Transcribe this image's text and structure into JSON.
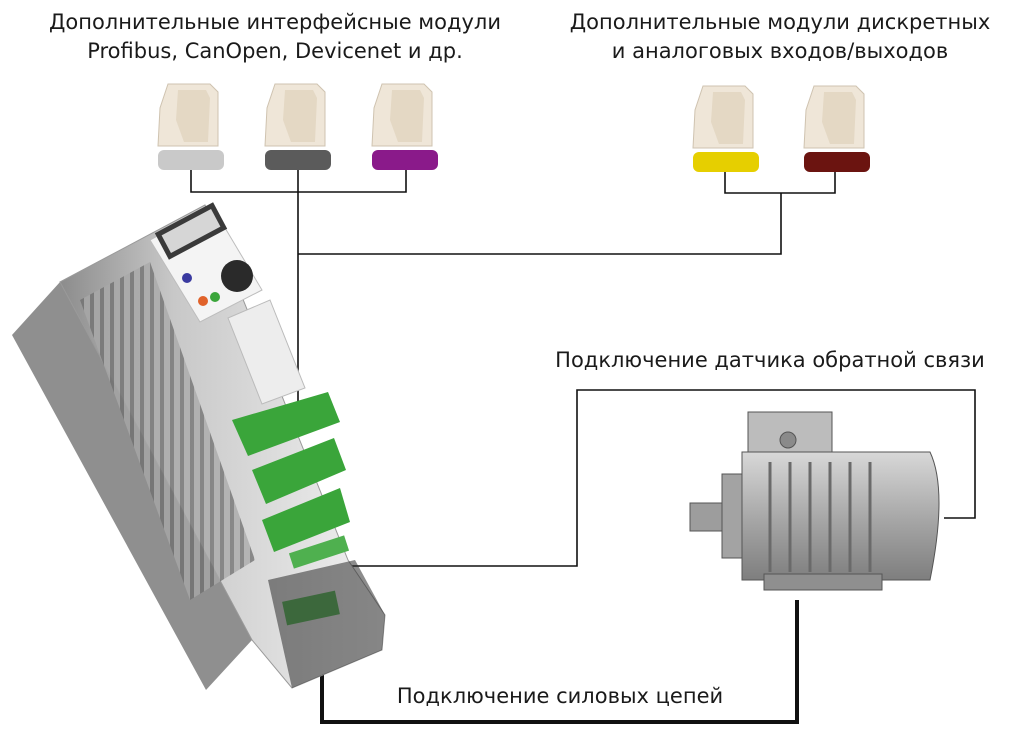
{
  "labels": {
    "interface_modules_line1": "Дополнительные интерфейсные модули",
    "interface_modules_line2": "Profibus, CanOpen, Devicenet и др.",
    "io_modules_line1": "Дополнительные модули дискретных",
    "io_modules_line2": "и аналоговых входов/выходов",
    "feedback": "Подключение датчика обратной связи",
    "power": "Подключение силовых цепей"
  },
  "modules": {
    "interface": [
      {
        "color": "#c9c9c9"
      },
      {
        "color": "#5b5b5b"
      },
      {
        "color": "#8a1a8a"
      }
    ],
    "io": [
      {
        "color": "#e6cf00"
      },
      {
        "color": "#6b1410"
      }
    ]
  },
  "colors": {
    "module_body": "#efe6d8",
    "drive_green": "#3aa53a",
    "drive_body": "#e9e9e9",
    "motor_body": "#b9b9b9",
    "wire": "#111111"
  }
}
